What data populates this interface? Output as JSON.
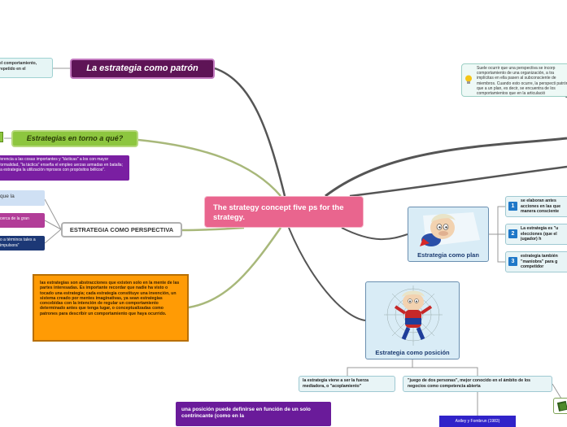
{
  "central": {
    "title": "The strategy concept five ps for the strategy."
  },
  "branches": {
    "patron": {
      "label": "La estrategia como patrón",
      "note": "el comportamiento, repetido en el"
    },
    "torno": {
      "label": "Estrategias en torno a qué?",
      "note": "ferencia a las cosas importantes y \"tácticas\" a los con mayor formalidad, \"la táctica\" enseña el empleo uerzas armadas en batalla; la estrategia la utilización mprosos con propósitos bélicos\"."
    },
    "perspectiva": {
      "label": "ESTRATEGIA COMO PERSPECTIVA",
      "sub_a": "que la",
      "sub_b": "cerca de la gran",
      "sub_c": "o a términos tales a impulsora\""
    },
    "abstracciones": {
      "text": "las estrategias son abstracciones que existen solo en la mente de las partes interesadas. Es importante recordar que nadie ha visto o tocado una estrategia; cada estrategia constituye una invención, un sistema creado por mentes imaginativas, ya sean estrategias concebidas con la intención de regular un comportamiento determinado antes que tenga lugar, o conceptualizadas como patrones para describir un comportamiento que haya ocurrido."
    },
    "plan": {
      "label": "Estrategia como plan",
      "items": [
        {
          "num": "1",
          "text": "se elaboran antes acciones en las que manera consciente"
        },
        {
          "num": "2",
          "text": "La estrategia es \"u elecciones (que el jugador) h"
        },
        {
          "num": "3",
          "text": "estrategia también \"maniobra\" para g competidor"
        }
      ]
    },
    "idea": {
      "text": "Suele ocurrir que una perspectiva se incorp comportamiento de una organización, a tra implícitas en ella pasen al subconsciente de miembros. Cuando esto ocurre, la perspecti patrón que a un plan, es decir, se encuentra de los comportamientos que en la articulació"
    },
    "posicion": {
      "label": "Estrategia como posición",
      "left_text": "la estrategia viene a ser la fuerza mediadora, o \"acoplamiento\"",
      "right_text": "\"juego de dos personas\", mejor conocido en el ámbito de los negocios como competencia abierta",
      "bottom_text": "una posición puede definirse en función de un solo contrincante (como en la",
      "bottom_ref": "Astley y Fombrun (1983)"
    }
  },
  "colors": {
    "central": "#e9658e",
    "patron": "#5e1456",
    "torno": "#8dc63f",
    "orange": "#ff9b05",
    "plan_bg": "#d9ecf6",
    "link_dark": "#555555",
    "link_green": "#a8b87a"
  },
  "icons": [
    "character-illustration",
    "spiderman-illustration",
    "lightbulb-icon",
    "number-badge-icon"
  ]
}
